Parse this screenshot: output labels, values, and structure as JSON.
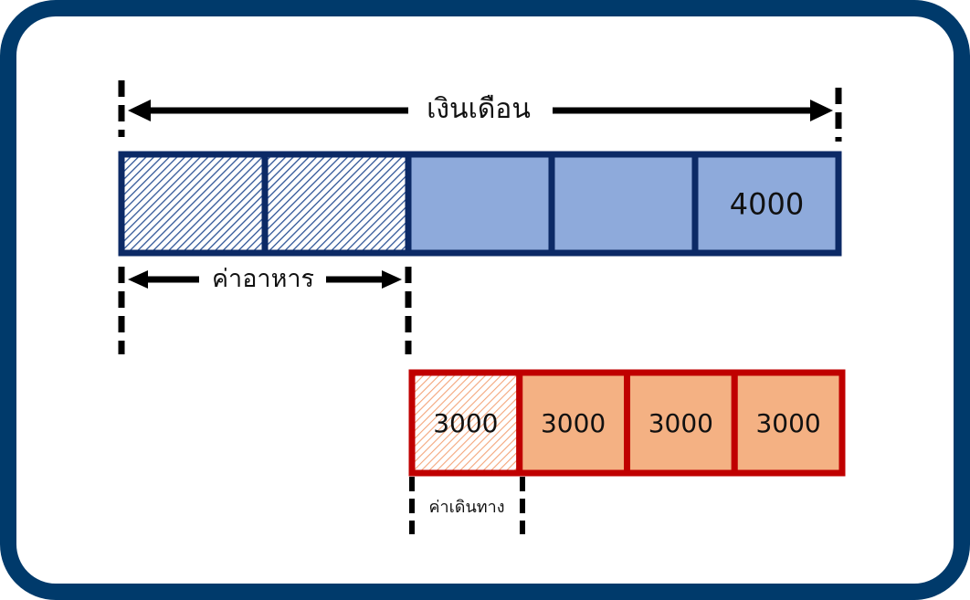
{
  "labels": {
    "salary": "เงินเดือน",
    "food": "ค่าอาหาร",
    "travel": "ค่าเดินทาง"
  },
  "salary_bar": {
    "segment_count": 5,
    "hatched_count": 2,
    "values": [
      "",
      "",
      "",
      "",
      "4000"
    ]
  },
  "expense_bar": {
    "segment_count": 4,
    "hatched_count": 1,
    "values": [
      "3000",
      "3000",
      "3000",
      "3000"
    ]
  },
  "colors": {
    "frame": "#003a6b",
    "salary_border": "#0c2a66",
    "salary_fill": "#8eaadb",
    "expense_border": "#c00000",
    "expense_fill": "#f4b183",
    "arrow": "#000000"
  }
}
